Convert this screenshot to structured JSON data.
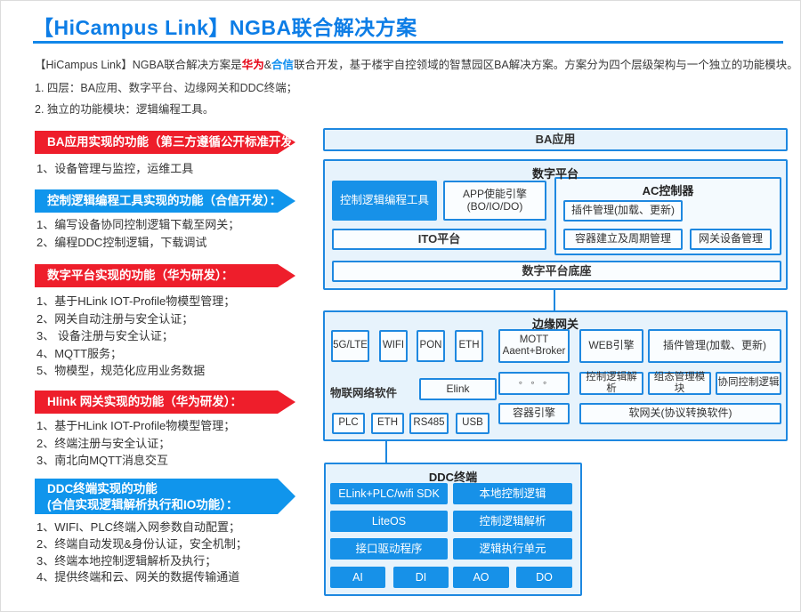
{
  "header": {
    "title": "【HiCampus Link】NGBA联合解决方案",
    "intro_pre": "【HiCampus Link】NGBA联合解决方案是",
    "intro_huawei": "华为",
    "intro_amp": "&",
    "intro_hexin": "合信",
    "intro_post": "联合开发，基于楼宇自控领域的智慧园区BA解决方案。方案分为四个层级架构与一个独立的功能模块。",
    "intro_line2": "1. 四层：BA应用、数字平台、边缘网关和DDC终端；",
    "intro_line3": "2. 独立的功能模块：逻辑编程工具。"
  },
  "banners": [
    {
      "color": "red",
      "title": "BA应用实现的功能（第三方遵循公开标准开发）：",
      "items": [
        "1、设备管理与监控，运维工具"
      ]
    },
    {
      "color": "blue",
      "title": "控制逻辑编程工具实现的功能（合信开发）：",
      "items": [
        "1、编写设备协同控制逻辑下载至网关；",
        "2、编程DDC控制逻辑，下载调试"
      ]
    },
    {
      "color": "red",
      "title": "数字平台实现的功能（华为研发）：",
      "items": [
        "1、基于HLink IOT-Profile物模型管理；",
        "2、网关自动注册与安全认证；",
        "3、 设备注册与安全认证；",
        "4、MQTT服务；",
        "5、物模型，规范化应用业务数据"
      ]
    },
    {
      "color": "red",
      "title": "Hlink 网关实现的功能（华为研发）：",
      "items": [
        "1、基于HLink IOT-Profile物模型管理；",
        "2、终端注册与安全认证；",
        "3、南北向MQTT消息交互"
      ]
    },
    {
      "color": "blue",
      "title": "DDC终端实现的功能",
      "title2": "(合信实现逻辑解析执行和IO功能）：",
      "items": [
        "1、WIFI、PLC终端入网参数自动配置；",
        "2、终端自动发现&身份认证，安全机制；",
        "3、终端本地控制逻辑解析及执行；",
        "4、提供终端和云、网关的数据传输通道"
      ]
    }
  ],
  "diagram": {
    "ba_app": "BA应用",
    "digital_platform": {
      "title": "数字平台",
      "logic_tool": "控制逻辑编程工具",
      "app_engine_l1": "APP使能引擎",
      "app_engine_l2": "(BO/IO/DO)",
      "ac": {
        "title": "AC控制器",
        "plugin": "插件管理(加载、更新)",
        "container_mgmt": "容器建立及周期管理",
        "gateway_mgmt": "网关设备管理"
      },
      "ito": "ITO平台",
      "base": "数字平台底座"
    },
    "edge_gateway": {
      "title": "边缘网关",
      "ports_north": [
        "5G/LTE",
        "WIFI",
        "PON",
        "ETH"
      ],
      "mqtt_l1": "MOTT",
      "mqtt_l2": "Aaent+Broker",
      "web_engine": "WEB引擎",
      "plugin": "插件管理(加载、更新)",
      "iot_label": "物联网络软件",
      "elink": "Elink",
      "dots": "◦ ◦ ◦",
      "logic_parse": "控制逻辑解析",
      "config_module": "组态管理模块",
      "coop_logic": "协同控制逻辑",
      "ports_south": [
        "PLC",
        "ETH",
        "RS485",
        "USB"
      ],
      "container_engine": "容器引擎",
      "soft_gateway": "软网关(协议转换软件)"
    },
    "ddc": {
      "title": "DDC终端",
      "rows": [
        [
          "ELink+PLC/wifi SDK",
          "本地控制逻辑"
        ],
        [
          "LiteOS",
          "控制逻辑解析"
        ],
        [
          "接口驱动程序",
          "逻辑执行单元"
        ]
      ],
      "io": [
        "AI",
        "DI",
        "AO",
        "DO"
      ]
    }
  },
  "colors": {
    "accent_blue": "#0d7de6",
    "banner_red": "#ee1e2b",
    "banner_blue": "#1095ec",
    "box_blue": "#1791e8",
    "border_blue": "#1e88e0",
    "container_fill": "#e7f3fc"
  }
}
